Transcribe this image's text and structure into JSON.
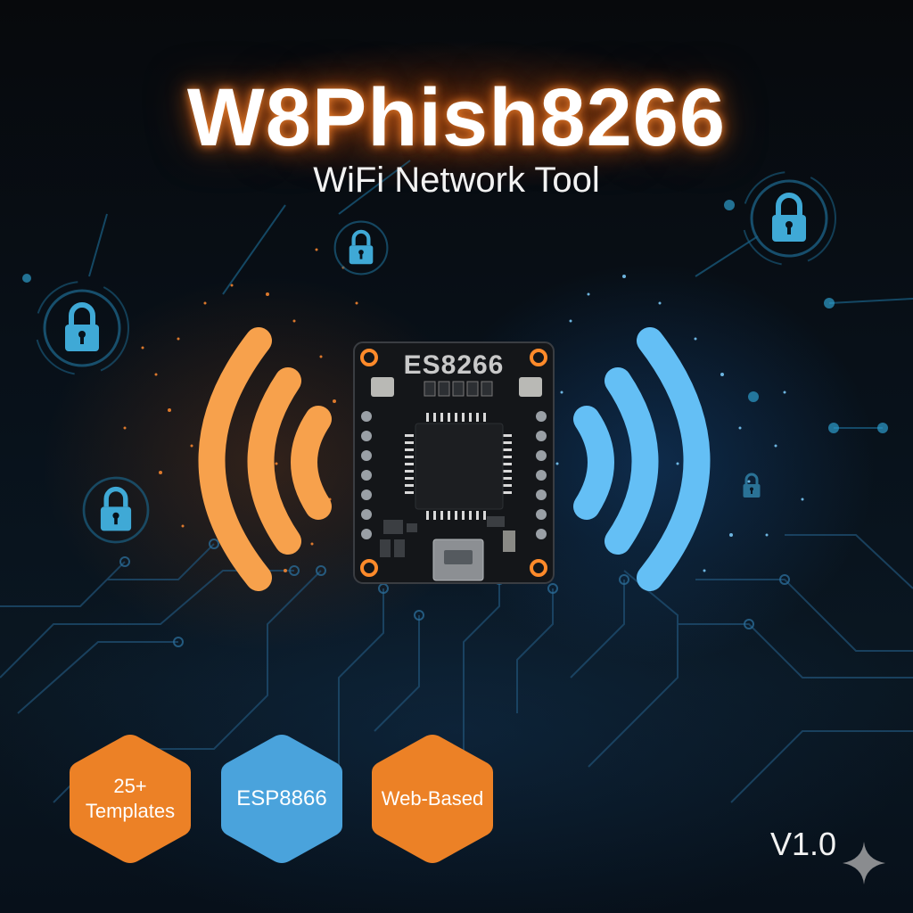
{
  "header": {
    "title": "W8Phish8266",
    "subtitle": "WiFi Network Tool"
  },
  "board": {
    "label": "ES8266",
    "icon": "microcontroller-board"
  },
  "signals": {
    "left": {
      "icon": "wifi-waves-left",
      "color": "#f7a14c"
    },
    "right": {
      "icon": "wifi-waves-right",
      "color": "#64bff5"
    }
  },
  "decor": {
    "lock_icons": [
      "lock-icon",
      "lock-icon",
      "lock-icon",
      "lock-icon",
      "lock-icon"
    ],
    "lock_color": "#3fa9d6",
    "background": "circuit-board-traces"
  },
  "badges": [
    {
      "line1": "25+",
      "line2": "Templates",
      "color": "#ec8126"
    },
    {
      "line1": "ESP8866",
      "line2": "",
      "color": "#4aa3dc"
    },
    {
      "line1": "Web-Based",
      "line2": "",
      "color": "#ec8126"
    }
  ],
  "footer": {
    "version": "V1.0",
    "sparkle_icon": "sparkle-icon"
  },
  "colors": {
    "accent_orange": "#ec8126",
    "accent_blue": "#4aa3dc",
    "background": "#07101a",
    "title_glow": "#e8731e"
  }
}
